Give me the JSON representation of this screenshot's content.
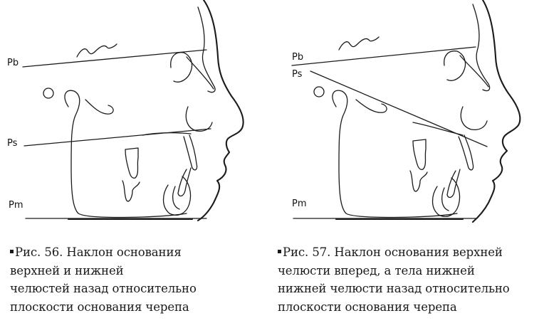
{
  "figures": [
    {
      "id": "fig56",
      "labels": {
        "pb": "Pb",
        "ps": "Ps",
        "pm": "Pm"
      },
      "caption": {
        "prefix": "Рис. 56.",
        "lines": [
          "Рис. 56. Наклон основания",
          "верхней и нижней",
          "челюстей назад относительно",
          "плоскости основания черепа"
        ]
      }
    },
    {
      "id": "fig57",
      "labels": {
        "pb": "Pb",
        "ps": "Ps",
        "pm": "Pm"
      },
      "caption": {
        "lines": [
          "Рис. 57. Наклон основания верхней",
          "челюсти вперед, а тела нижней",
          "нижней челюсти назад относительно",
          "плоскости основания черепа"
        ]
      }
    }
  ]
}
